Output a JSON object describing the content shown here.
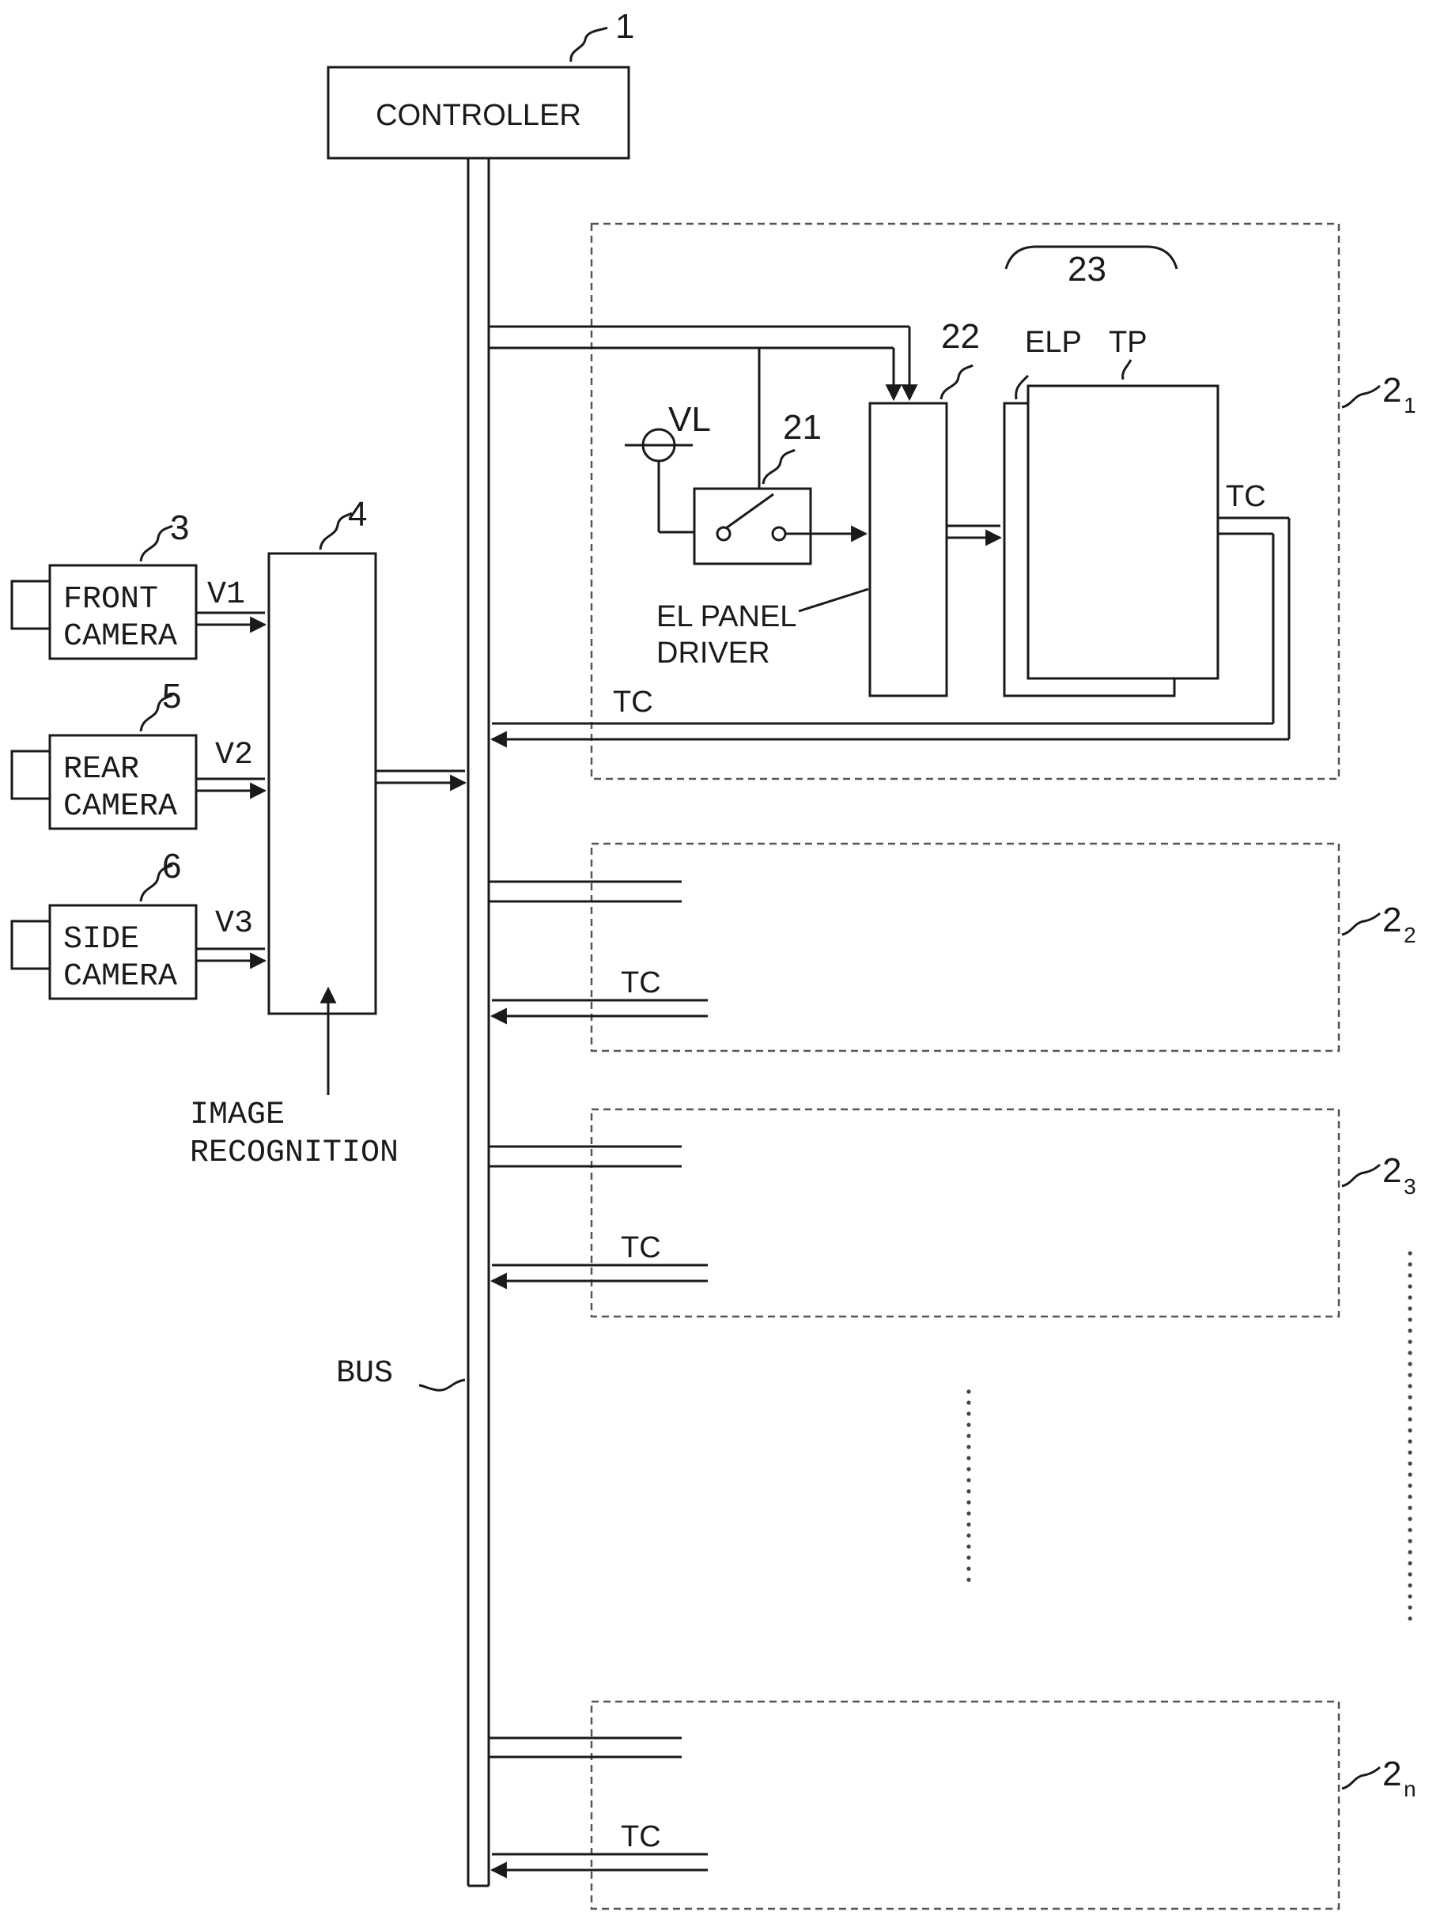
{
  "controller": {
    "ref": "1",
    "label": "CONTROLLER"
  },
  "bus": {
    "label": "BUS"
  },
  "image_recognition": {
    "ref": "4",
    "line1": "IMAGE",
    "line2": "RECOGNITION"
  },
  "cameras": [
    {
      "ref": "3",
      "line1": "FRONT",
      "line2": "CAMERA",
      "signal": "V1"
    },
    {
      "ref": "5",
      "line1": "REAR",
      "line2": "CAMERA",
      "signal": "V2"
    },
    {
      "ref": "6",
      "line1": "SIDE",
      "line2": "CAMERA",
      "signal": "V3"
    }
  ],
  "unit1": {
    "ref_main": "2",
    "ref_sub": "1",
    "source": "VL",
    "switch_ref": "21",
    "driver_ref": "22",
    "driver_line1": "EL PANEL",
    "driver_line2": "DRIVER",
    "panel_ref": "23",
    "elp": "ELP",
    "tp": "TP",
    "tc_top": "TC",
    "tc_bottom": "TC"
  },
  "units": [
    {
      "ref_main": "2",
      "ref_sub": "2",
      "tc": "TC"
    },
    {
      "ref_main": "2",
      "ref_sub": "3",
      "tc": "TC"
    },
    {
      "ref_main": "2",
      "ref_sub": "n",
      "tc": "TC"
    }
  ]
}
